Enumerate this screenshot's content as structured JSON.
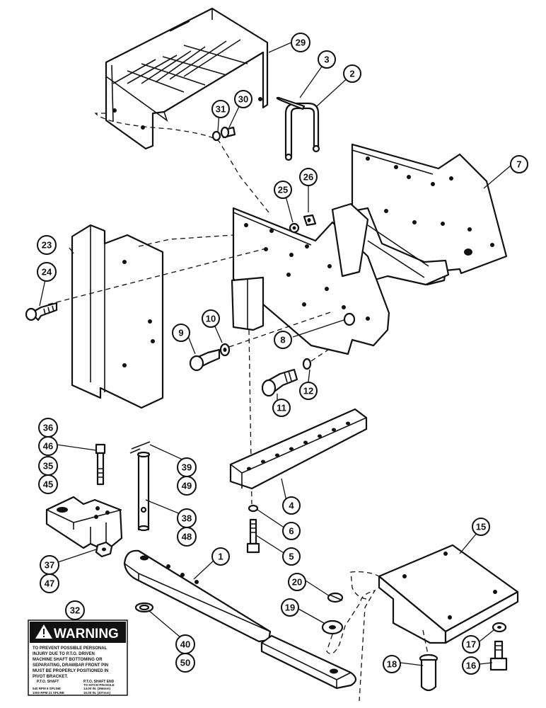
{
  "diagram": {
    "callouts": {
      "c1": "1",
      "c2": "2",
      "c3": "3",
      "c4": "4",
      "c5": "5",
      "c6": "6",
      "c7": "7",
      "c8": "8",
      "c9": "9",
      "c10": "10",
      "c11": "11",
      "c12": "12",
      "c15": "15",
      "c16": "16",
      "c17": "17",
      "c18": "18",
      "c19": "19",
      "c20": "20",
      "c23": "23",
      "c24": "24",
      "c25": "25",
      "c26": "26",
      "c29": "29",
      "c30": "30",
      "c31": "31",
      "c32": "32",
      "c35": "35",
      "c36": "36",
      "c37": "37",
      "c38": "38",
      "c39": "39",
      "c40": "40",
      "c45": "45",
      "c46": "46",
      "c47": "47",
      "c48": "48",
      "c49": "49",
      "c50": "50"
    },
    "warning_decal": {
      "title": "WARNING",
      "lines": [
        "TO PREVENT POSSIBLE PERSONAL",
        "INJURY DUE TO P.T.O. DRIVEN",
        "MACHINE SHAFT BOTTOMING OR",
        "SEPARATING, DRAWBAR FRONT PIN",
        "MUST BE PROPERLY POSITIONED IN",
        "PIVOT BRACKET."
      ],
      "table_left_header": "P.T.O. SHAFT",
      "table_right_header": "P.T.O. SHAFT END",
      "table_right_header2": "TO HITCH PIN HOLE",
      "row1_left": "540 RPM   6 SPLINE",
      "row1_right": "14.00 IN. (356mm)",
      "row2_left": "1000 RPM 21 SPLINE",
      "row2_right": "16.00 IN. (407mm)"
    }
  }
}
